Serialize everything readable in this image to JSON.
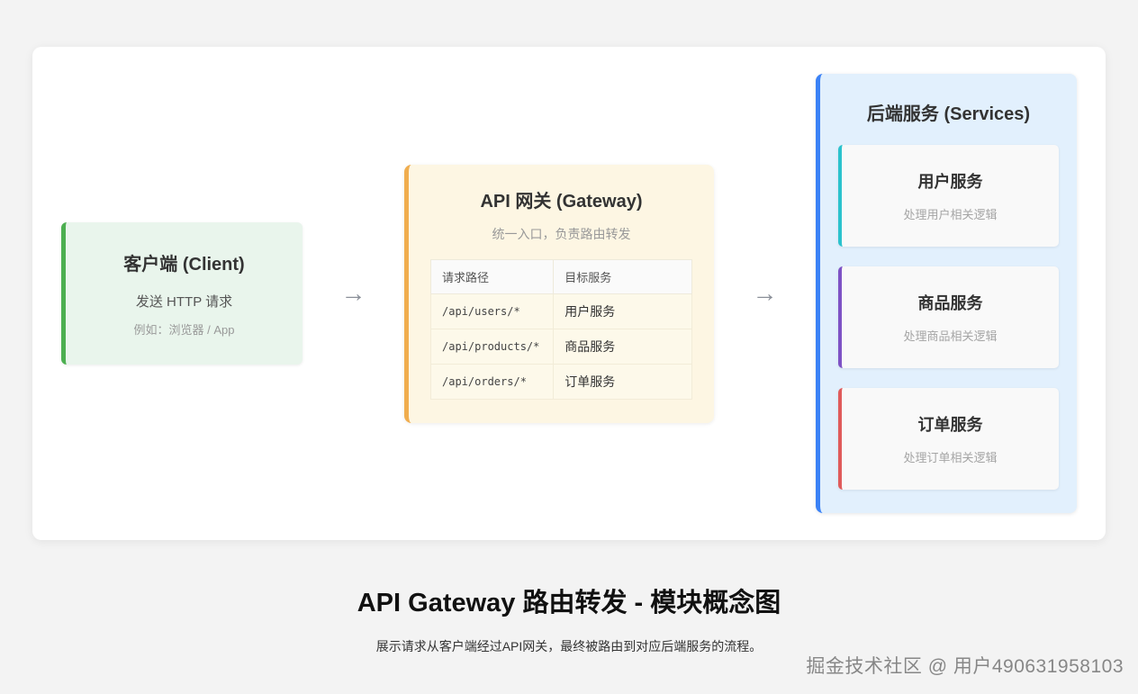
{
  "client": {
    "title": "客户端 (Client)",
    "line1": "发送 HTTP 请求",
    "line2": "例如：浏览器 / App",
    "accent": "#4caf50"
  },
  "gateway": {
    "title": "API 网关 (Gateway)",
    "subtitle": "统一入口，负责路由转发",
    "accent": "#f0ad4e",
    "table": {
      "headers": [
        "请求路径",
        "目标服务"
      ],
      "rows": [
        [
          "/api/users/*",
          "用户服务"
        ],
        [
          "/api/products/*",
          "商品服务"
        ],
        [
          "/api/orders/*",
          "订单服务"
        ]
      ]
    }
  },
  "services": {
    "title": "后端服务 (Services)",
    "accent": "#3b82f6",
    "items": [
      {
        "name": "用户服务",
        "desc": "处理用户相关逻辑",
        "accent": "#2bc2cd"
      },
      {
        "name": "商品服务",
        "desc": "处理商品相关逻辑",
        "accent": "#7e52c5"
      },
      {
        "name": "订单服务",
        "desc": "处理订单相关逻辑",
        "accent": "#e05b5b"
      }
    ]
  },
  "arrows": {
    "left": "→",
    "right": "→"
  },
  "footer": {
    "title": "API Gateway 路由转发 - 模块概念图",
    "subtitle": "展示请求从客户端经过API网关，最终被路由到对应后端服务的流程。",
    "watermark": "掘金技术社区 @ 用户490631958103"
  }
}
